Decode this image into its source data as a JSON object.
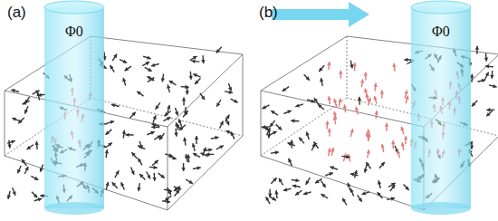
{
  "diagram": {
    "labels": [
      "(a)",
      "Φ0",
      "(b)",
      "Φ0"
    ]
  }
}
